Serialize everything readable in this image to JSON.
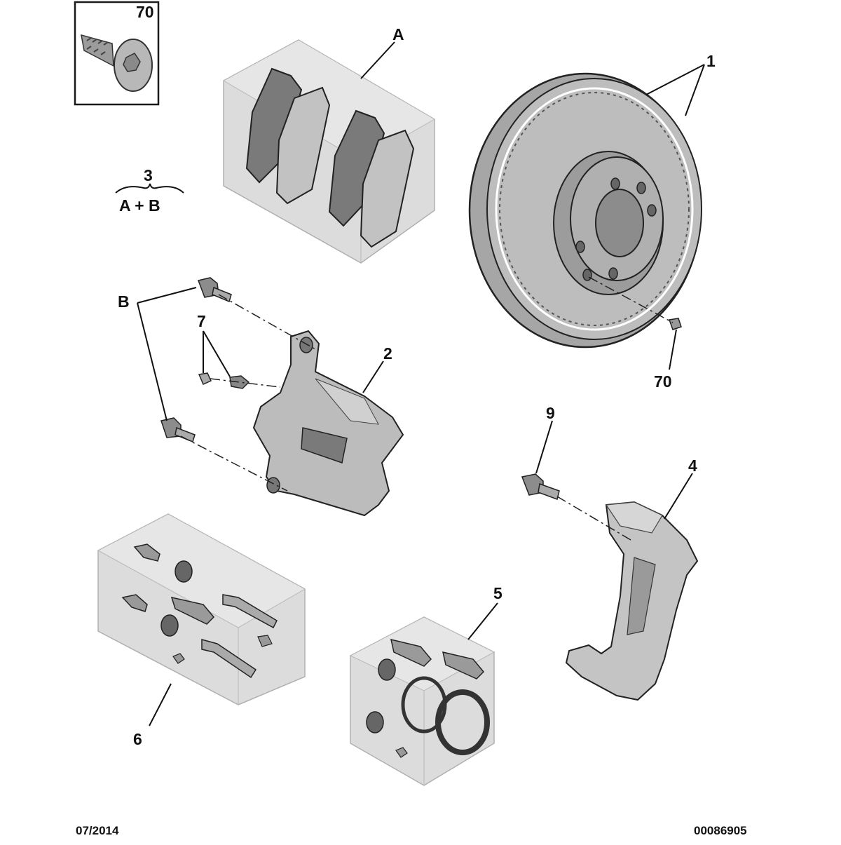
{
  "labels": {
    "part_70_box": "70",
    "part_a": "A",
    "part_1": "1",
    "part_3": "3",
    "part_3_formula": "A + B",
    "part_b": "B",
    "part_7": "7",
    "part_2": "2",
    "part_70": "70",
    "part_9": "9",
    "part_4": "4",
    "part_5": "5",
    "part_6": "6"
  },
  "footer": {
    "date": "07/2014",
    "reference": "00086905"
  },
  "colors": {
    "part_fill": "#bcbcbc",
    "part_dark": "#6f6f6f",
    "outline": "#1a1a1a",
    "kit_box": "#d9d9d9"
  }
}
